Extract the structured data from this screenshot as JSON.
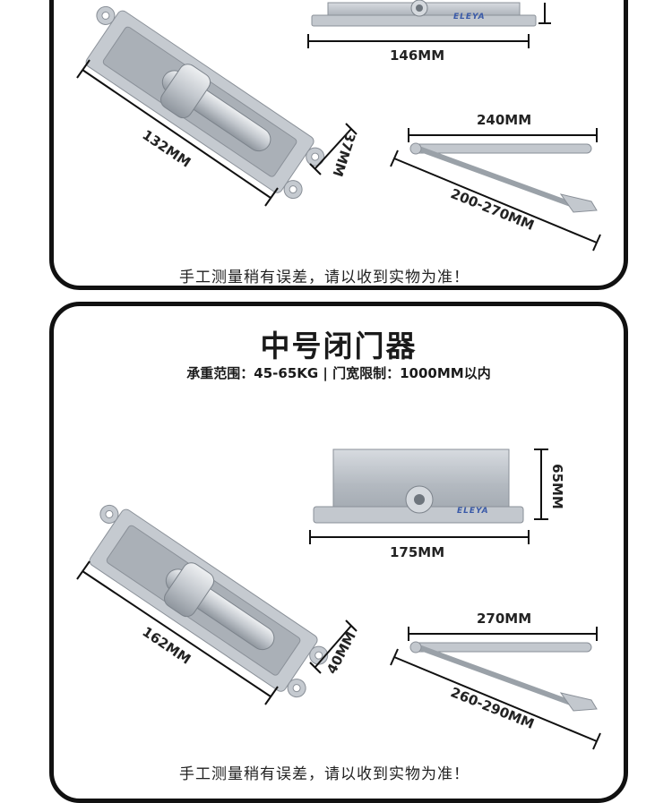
{
  "panel_top": {
    "dimensions": {
      "body_width": "146MM",
      "body_length": "132MM",
      "body_depth": "37MM",
      "arm_length": "240MM",
      "arm_span": "200-270MM"
    },
    "brand": "ELEYA",
    "note": "手工测量稍有误差，请以收到实物为准！"
  },
  "panel_bottom": {
    "title": "中号闭门器",
    "subtitle": "承重范围：45-65KG | 门宽限制：1000MM以内",
    "dimensions": {
      "body_height": "65MM",
      "body_width": "175MM",
      "body_length": "162MM",
      "body_depth": "40MM",
      "arm_length": "270MM",
      "arm_span": "260-290MM"
    },
    "brand": "ELEYA",
    "note": "手工测量稍有误差，请以收到实物为准！"
  },
  "colors": {
    "border": "#111111",
    "metal": "#b9bec4",
    "brand": "#3a5aa8"
  }
}
